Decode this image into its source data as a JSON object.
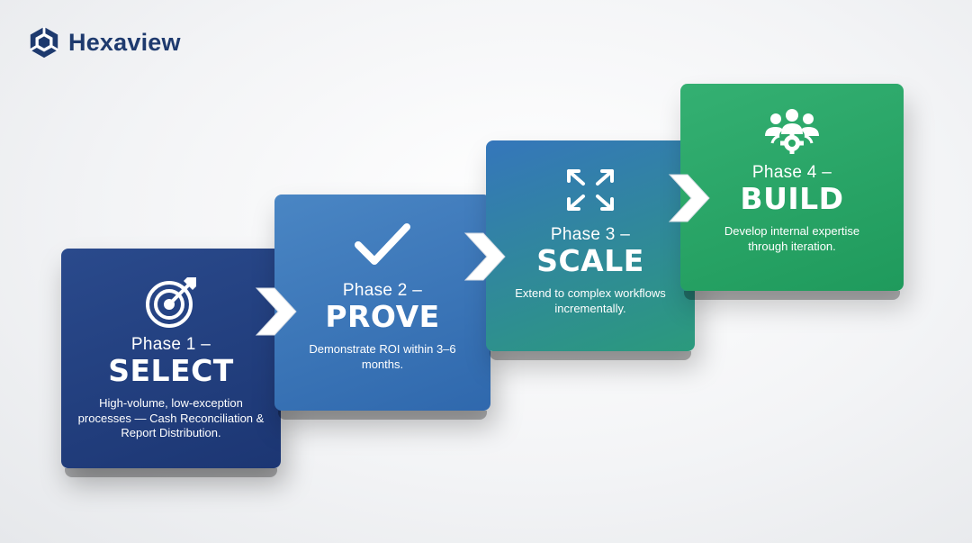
{
  "brand": {
    "name": "Hexaview",
    "logo_icon": "hexagon-logo-icon"
  },
  "colors": {
    "phase1": "#1f3b7a",
    "phase2": "#3a77b9",
    "phase3": "#2f8f95",
    "phase4": "#2aa866",
    "brand": "#1e3a6e"
  },
  "phases": [
    {
      "phase_label": "Phase 1 –",
      "name": "SELECT",
      "description": "High-volume, low-exception processes — Cash Reconciliation & Report Distribution.",
      "icon": "target-icon"
    },
    {
      "phase_label": "Phase 2 –",
      "name": "PROVE",
      "description": "Demonstrate ROI within 3–6 months.",
      "icon": "checkmark-icon"
    },
    {
      "phase_label": "Phase 3 –",
      "name": "SCALE",
      "description": "Extend to complex workflows incrementally.",
      "icon": "expand-icon"
    },
    {
      "phase_label": "Phase 4 –",
      "name": "BUILD",
      "description": "Develop internal expertise through iteration.",
      "icon": "team-gear-icon"
    }
  ]
}
